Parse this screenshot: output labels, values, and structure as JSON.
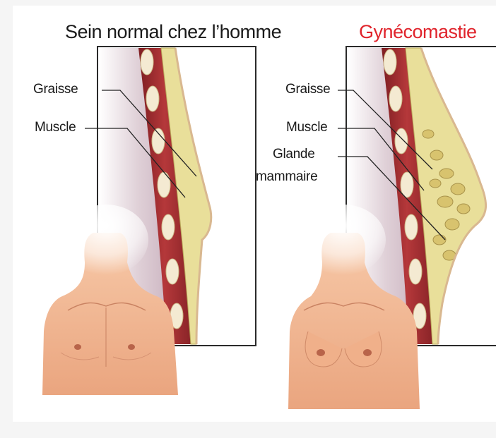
{
  "left_panel": {
    "title": "Sein normal chez l’homme",
    "labels": {
      "fat": "Graisse",
      "muscle": "Muscle"
    }
  },
  "right_panel": {
    "title": "Gynécomastie",
    "labels": {
      "fat": "Graisse",
      "muscle": "Muscle",
      "gland_line1": "Glande",
      "gland_line2": "mammaire"
    }
  },
  "colors": {
    "title_right": "#e0242c",
    "muscle": "#9e2a2a",
    "fat": "#e9df9a",
    "skin": "#f2b58d",
    "rib": "#f4ead2",
    "background_tissue": "#d9c6cf"
  }
}
